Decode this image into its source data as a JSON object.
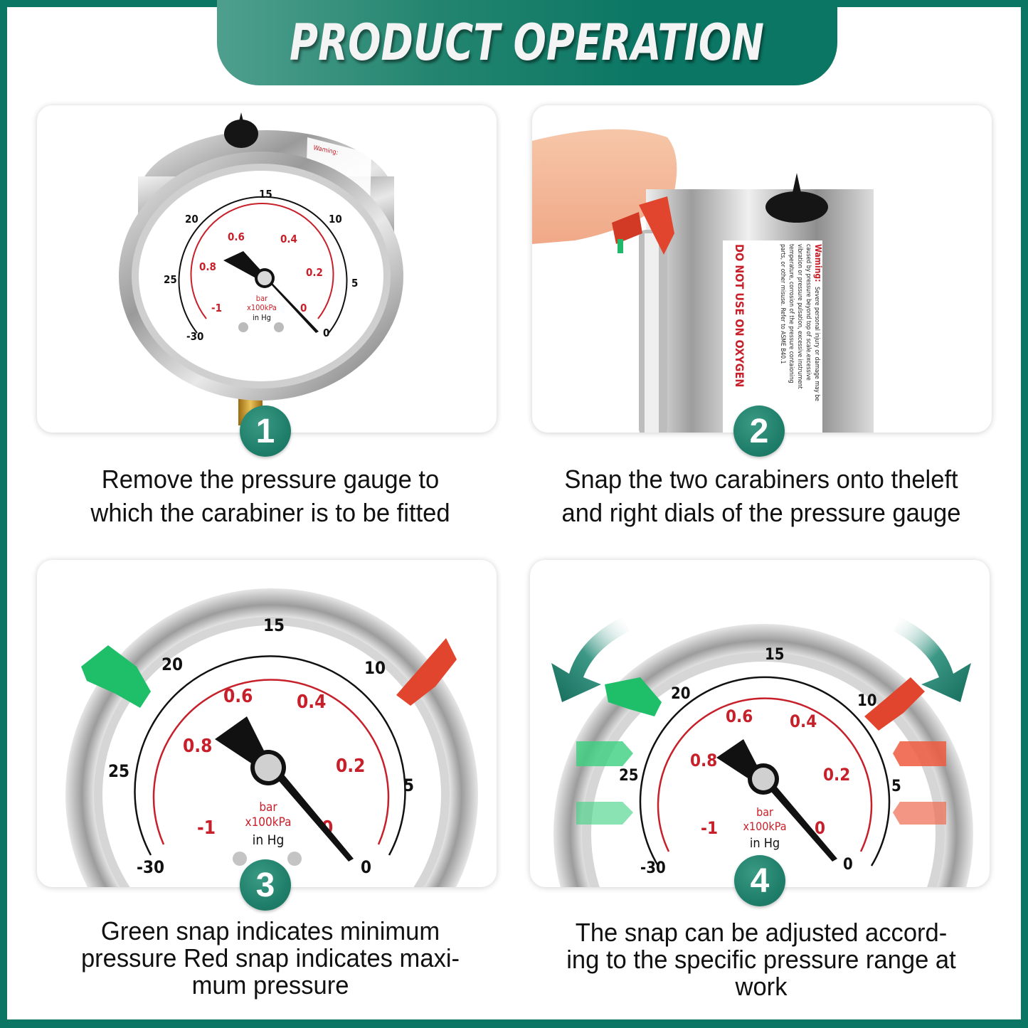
{
  "header": {
    "title": "PRODUCT OPERATION"
  },
  "colors": {
    "brand_teal": "#0b7664",
    "badge_teal": "#1f7f6a",
    "min_snap_green": "#1fbf6a",
    "max_snap_red": "#e2452e",
    "scale_red": "#c8202a"
  },
  "steps": [
    {
      "number": "1",
      "caption_lines": [
        "Remove the pressure gauge to",
        "which the carabiner is to be fitted"
      ],
      "image": "front view of liquid-filled pressure gauge"
    },
    {
      "number": "2",
      "caption_lines": [
        "Snap the two carabiners onto theleft",
        "and right dials of the pressure gauge"
      ],
      "image": "finger snapping red carabiner onto gauge bezel, side view",
      "label": {
        "warning_title": "Waming:",
        "warning_lines": [
          "Severe personal injury or damage may be",
          "caused by pressure beyond top of scale.excessive",
          "vibration or pressure pulsation, excessive instrument",
          "temperature, corrosion of the pressure contaioning",
          "parts, or other misuse. Refer to ASME B40.1"
        ],
        "oxygen_warning": "DO NOT USE ON OXYGEN"
      }
    },
    {
      "number": "3",
      "caption_lines": [
        "Green snap indicates minimum",
        "pressure Red snap indicates maxi-",
        "mum pressure"
      ],
      "image": "gauge with green snap at 20 inHg and red snap at 10 inHg"
    },
    {
      "number": "4",
      "caption_lines": [
        "The snap can be adjusted accord-",
        "ing to the specific pressure range at",
        "work"
      ],
      "image": "gauge with adjustable snap positions and rotation arrows"
    }
  ],
  "gauge": {
    "outer_scale_labels": [
      "-30",
      "25",
      "20",
      "15",
      "10",
      "5",
      "0"
    ],
    "inner_scale_labels": [
      "-1",
      "0.8",
      "0.6",
      "0.4",
      "0.2",
      "0"
    ],
    "unit_lines": [
      "bar",
      "x100kPa",
      "in Hg"
    ]
  }
}
